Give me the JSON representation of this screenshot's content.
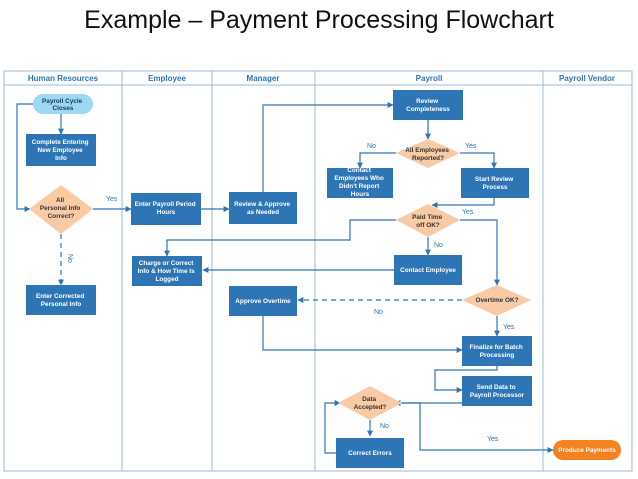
{
  "title": "Example – Payment Processing Flowchart",
  "lanes": [
    "Human Resources",
    "Employee",
    "Manager",
    "Payroll",
    "Payroll Vendor"
  ],
  "nodes": {
    "payroll_cycle_closes": [
      "Payroll Cycle",
      "Closes"
    ],
    "complete_entering": [
      "Complete Entering",
      "New Employee",
      "Info"
    ],
    "all_personal_info": [
      "All",
      "Personal Info",
      "Correct?"
    ],
    "enter_corrected": [
      "Enter Corrected",
      "Personal Info"
    ],
    "enter_payroll_hours": [
      "Enter Payroll Period",
      "Hours"
    ],
    "charge_or_correct": [
      "Charge or Correct",
      "Info & How Time Is",
      "Logged"
    ],
    "review_approve": [
      "Review & Approve",
      "as Needed"
    ],
    "approve_overtime": [
      "Approve Overtime"
    ],
    "review_completeness": [
      "Review",
      "Completeness"
    ],
    "all_employees_reported": [
      "All Employees",
      "Reported?"
    ],
    "contact_employees": [
      "Contact",
      "Employees Who",
      "Didn't Report",
      "Hours"
    ],
    "start_review": [
      "Start Review",
      "Process"
    ],
    "paid_time_off": [
      "Paid Time",
      "off OK?"
    ],
    "contact_employee": [
      "Contact Employee"
    ],
    "overtime_ok": [
      "Overtime OK?"
    ],
    "finalize_batch": [
      "Finalize for Batch",
      "Processing"
    ],
    "send_data": [
      "Send Data to",
      "Payroll Processor"
    ],
    "data_accepted": [
      "Data",
      "Accepted?"
    ],
    "correct_errors": [
      "Correct Errors"
    ],
    "produce_payments": [
      "Produce Payments"
    ]
  },
  "edge_labels": {
    "yes_personal": "Yes",
    "no_personal": "No",
    "no_employees": "No",
    "yes_employees": "Yes",
    "yes_pto": "Yes",
    "no_pto": "No",
    "no_overtime": "No",
    "yes_overtime": "Yes",
    "no_data": "No",
    "yes_data": "Yes"
  },
  "colors": {
    "process_fill": "#2E75B6",
    "process_text": "#ffffff",
    "decision_fill": "#F8CBA5",
    "decision_text": "#333333",
    "start_fill": "#9DD8F2",
    "end_fill": "#F58220",
    "line": "#2E75B6",
    "lane_border": "#9BBBD9",
    "header_text": "#2E75B6"
  }
}
